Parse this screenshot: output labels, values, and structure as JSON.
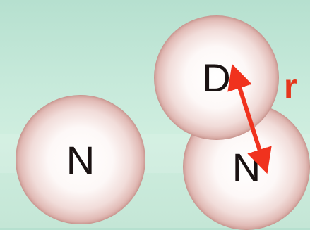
{
  "atoms": {
    "left_label": "N",
    "right_label": "N",
    "top_label": "D"
  },
  "distance_label": "r",
  "colors": {
    "arrow": "#f0321e",
    "distance_label": "#e5361c",
    "atom_rim": "#8f3b31",
    "background": "#c6e9da"
  }
}
